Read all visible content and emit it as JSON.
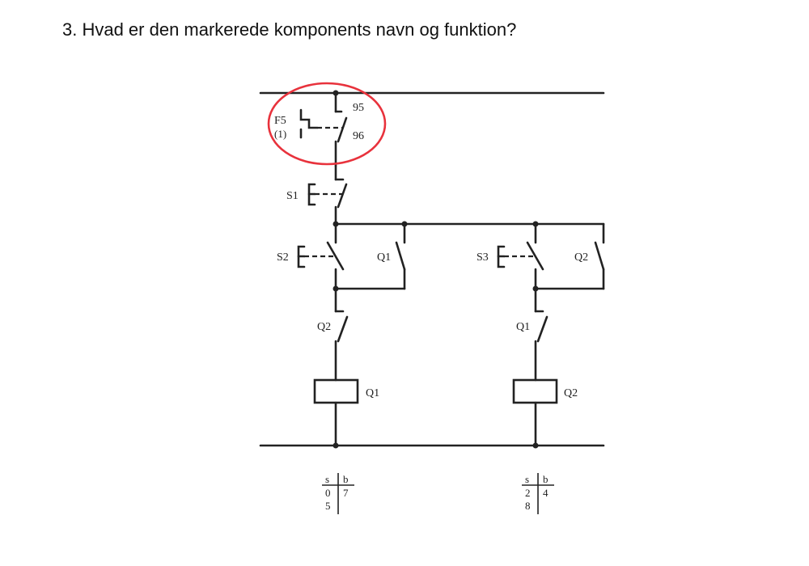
{
  "question": {
    "text": "3. Hvad er den markerede komponents navn og funktion?"
  },
  "diagram": {
    "f5": {
      "name": "F5",
      "sub": "(1)",
      "t95": "95",
      "t96": "96"
    },
    "s1": "S1",
    "s2": "S2",
    "s3": "S3",
    "q1_hold": "Q1",
    "q2_hold": "Q2",
    "q2_interlock": "Q2",
    "q1_interlock": "Q1",
    "coil_q1": "Q1",
    "coil_q2": "Q2",
    "table_q1": {
      "h1": "s",
      "h2": "b",
      "r1c1": "0",
      "r1c2": "7",
      "r2c1": "5"
    },
    "table_q2": {
      "h1": "s",
      "h2": "b",
      "r1c1": "2",
      "r1c2": "4",
      "r2c1": "8"
    },
    "highlight_color": "#e8323c"
  }
}
